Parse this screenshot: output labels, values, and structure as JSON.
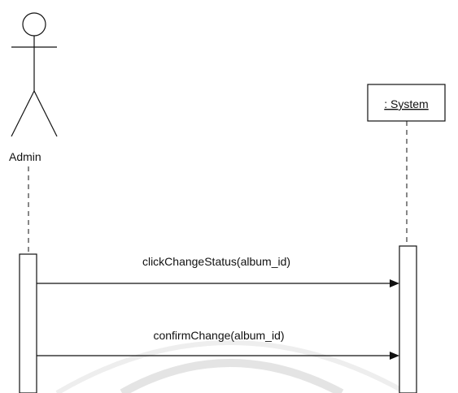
{
  "actor": {
    "name": "Admin"
  },
  "system": {
    "label": ": System"
  },
  "messages": [
    {
      "label": "clickChangeStatus(album_id)"
    },
    {
      "label": "confirmChange(album_id)"
    }
  ]
}
